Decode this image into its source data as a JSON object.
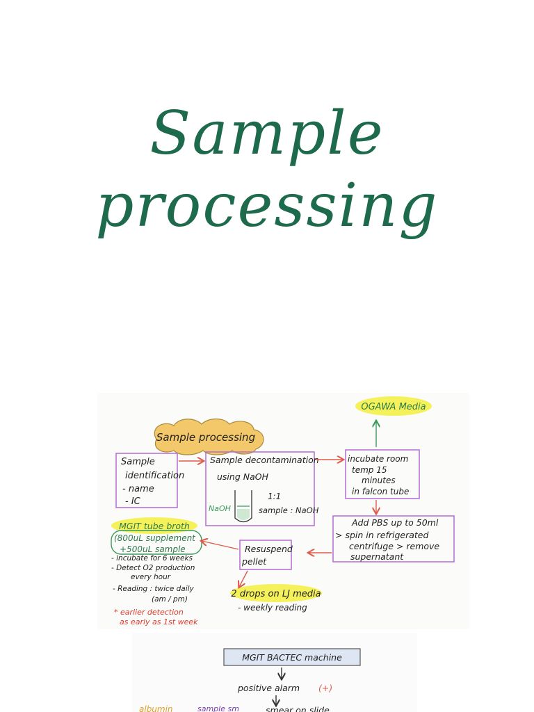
{
  "title": {
    "line1": "Sample",
    "line2": "processing"
  },
  "diagram": {
    "header": "Sample processing",
    "identification": [
      "Sample",
      "identification",
      "- name",
      "- IC"
    ],
    "decontamination": [
      "Sample decontamination",
      "using NaOH"
    ],
    "naoh_label": "NaOH",
    "ratio": [
      "1:1",
      "sample : NaOH"
    ],
    "incubate": [
      "incubate room",
      "temp 15",
      "minutes",
      "in falcon tube"
    ],
    "ogawa": "OGAWA Media",
    "pbs": [
      "Add PBS up to 50ml",
      "> spin in refrigerated",
      "centrifuge > remove",
      "supernatant"
    ],
    "resuspend": [
      "Resuspend",
      "pellet"
    ],
    "lj_media": "2 drops on LJ media",
    "lj_note": "- weekly reading",
    "mgit_title": "MGIT tube broth",
    "mgit_supp": [
      "(800uL supplement",
      "+500uL sample"
    ],
    "mgit_steps": [
      "- incubate for 6 weeks",
      "- Detect O2 production",
      "every hour",
      "- Reading : twice daily",
      "(am / pm)"
    ],
    "mgit_note": [
      "* earlier detection",
      "as early as 1st week"
    ],
    "bactec": "MGIT BACTEC machine",
    "positive": "positive alarm",
    "positive_sign": "(+)",
    "albumin": "albumin",
    "sample_bottom": "sample sm",
    "smear": "smear on slide"
  },
  "colors": {
    "title_green": "#1d6b4c",
    "box_purple": "#b36bd6",
    "arrow_red": "#e05a4a",
    "highlight_yellow": "#f4f15a",
    "cloud_orange": "#f2c86a",
    "green_text": "#3a9a5a",
    "red_text": "#d83a2a"
  }
}
